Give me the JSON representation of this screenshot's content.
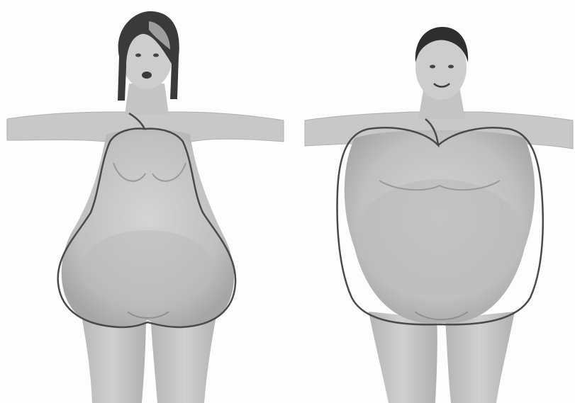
{
  "figures": [
    {
      "id": "pear",
      "shape": "pear-shape-outline"
    },
    {
      "id": "apple",
      "shape": "apple-shape-outline"
    }
  ],
  "colors": {
    "background": "#fdfdfd",
    "skin": "#c9c9c9",
    "skin_shadow": "#a9a9a9",
    "skin_dark": "#8f8f8f",
    "hair": "#3a3a3a",
    "outline": "#4a4a4a"
  }
}
